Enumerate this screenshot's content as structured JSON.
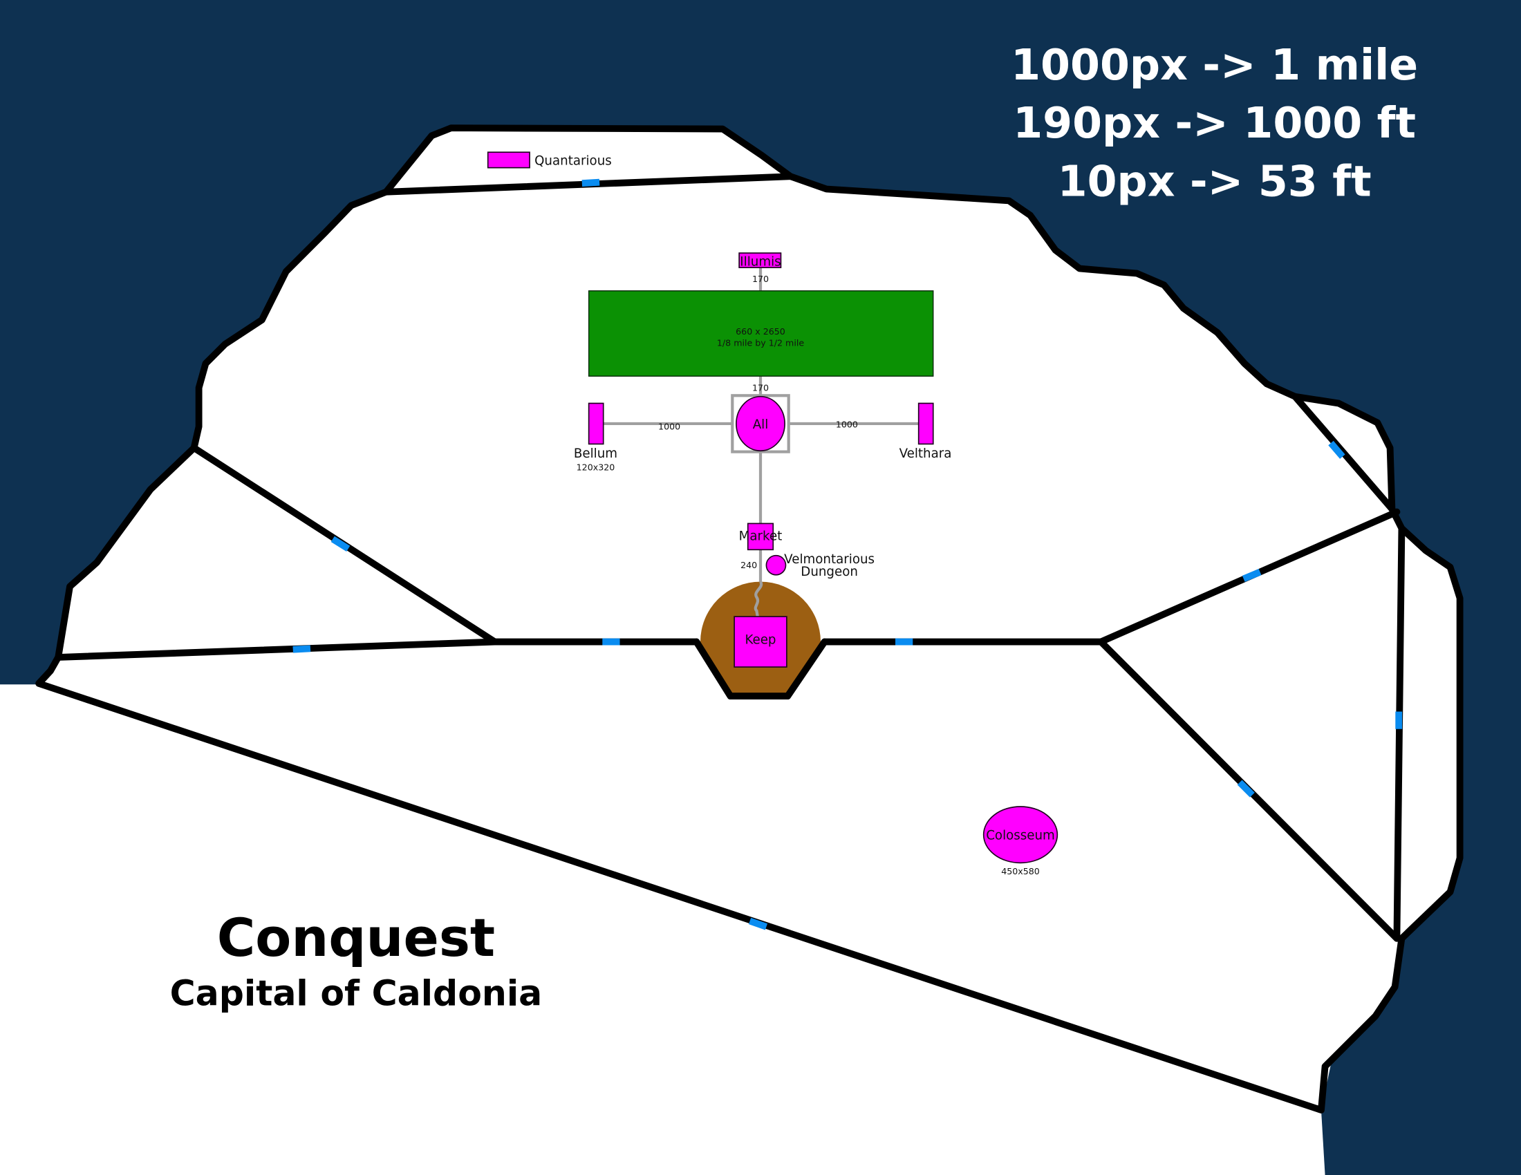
{
  "scale_legend": {
    "lines": [
      "1000px -> 1 mile",
      "190px -> 1000 ft",
      "10px -> 53 ft"
    ]
  },
  "title": {
    "name": "Conquest",
    "subtitle": "Capital of Caldonia"
  },
  "colors": {
    "water": "#0e3151",
    "land": "#ffffff",
    "wall": "#000000",
    "gate": "#0a8cf0",
    "building": "#ff00ff",
    "park": "#0b9104",
    "keep_grounds": "#9c5f12",
    "road": "#a0a0a0"
  },
  "locations": {
    "quantarious": "Quantarious",
    "illumis": "Illumis",
    "illumis_dist": "170",
    "park_dims": "660 x 2650",
    "park_miles": "1/8 mile by 1/2 mile",
    "park_dist": "170",
    "all": "All",
    "bellum": "Bellum",
    "bellum_dims": "120x320",
    "bellum_dist": "1000",
    "velthara": "Velthara",
    "velthara_dist": "1000",
    "market": "Market",
    "market_dist": "240",
    "dungeon_line1": "Velmontarious",
    "dungeon_line2": "Dungeon",
    "keep": "Keep",
    "colosseum": "Colosseum",
    "colosseum_dims": "450x580"
  }
}
